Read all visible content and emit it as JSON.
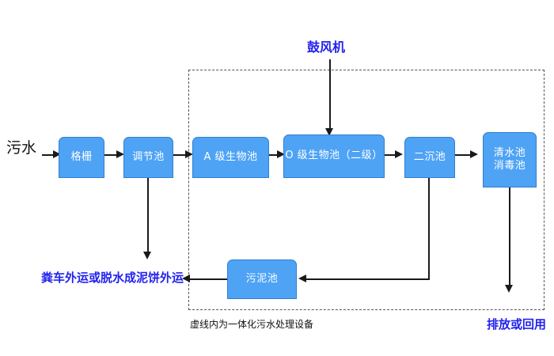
{
  "diagram": {
    "title_note": "虚线内为一体化污水处理设备",
    "colors": {
      "node_fill": "#4ea3f5",
      "node_border": "#2f7fd0",
      "node_text": "#ffffff",
      "label_blue": "#2222ee",
      "label_black": "#111111",
      "connector": "#1a1a1a",
      "dashed_border": "#555555",
      "background": "#ffffff"
    },
    "nodes": [
      {
        "id": "grid",
        "label": "格栅"
      },
      {
        "id": "regulate",
        "label": "调节池"
      },
      {
        "id": "a_bio",
        "label": "A 级生物池"
      },
      {
        "id": "o_bio",
        "label": "O 级生物池（二级）"
      },
      {
        "id": "secondary",
        "label": "二沉池"
      },
      {
        "id": "clearwater",
        "label_line1": "清水池",
        "label_line2": "消毒池"
      },
      {
        "id": "sludge",
        "label": "污泥池"
      }
    ],
    "labels": {
      "influent": "污水",
      "blower": "鼓风机",
      "sludge_disposal": "粪车外运或脱水成泥饼外运",
      "effluent": "排放或回用",
      "enclosure_caption": "虚线内为一体化污水处理设备"
    }
  }
}
